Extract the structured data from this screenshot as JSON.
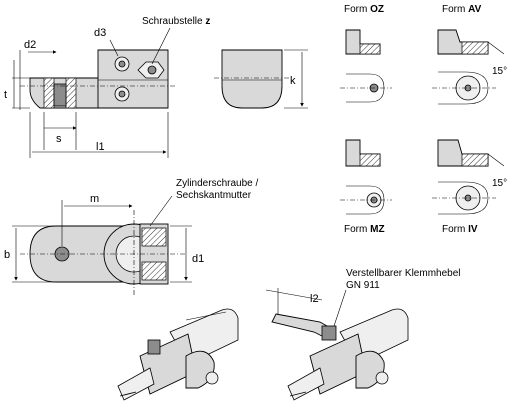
{
  "labels": {
    "d2": "d2",
    "d3": "d3",
    "screw_point": "Schraubstelle",
    "screw_point_letter": "z",
    "t": "t",
    "k": "k",
    "s": "s",
    "l1": "l1",
    "m": "m",
    "b": "b",
    "d1": "d1",
    "cyl_screw_line1": "Zylinderschraube /",
    "cyl_screw_line2": "Sechskantmutter",
    "lever_line1": "Verstellbarer Klemmhebel",
    "lever_line2": "GN 911",
    "l2": "l2",
    "angle_av": "15°",
    "angle_iv": "15°"
  },
  "forms": {
    "oz": {
      "prefix": "Form ",
      "code": "OZ"
    },
    "av": {
      "prefix": "Form ",
      "code": "AV"
    },
    "mz": {
      "prefix": "Form ",
      "code": "MZ"
    },
    "iv": {
      "prefix": "Form ",
      "code": "IV"
    }
  }
}
